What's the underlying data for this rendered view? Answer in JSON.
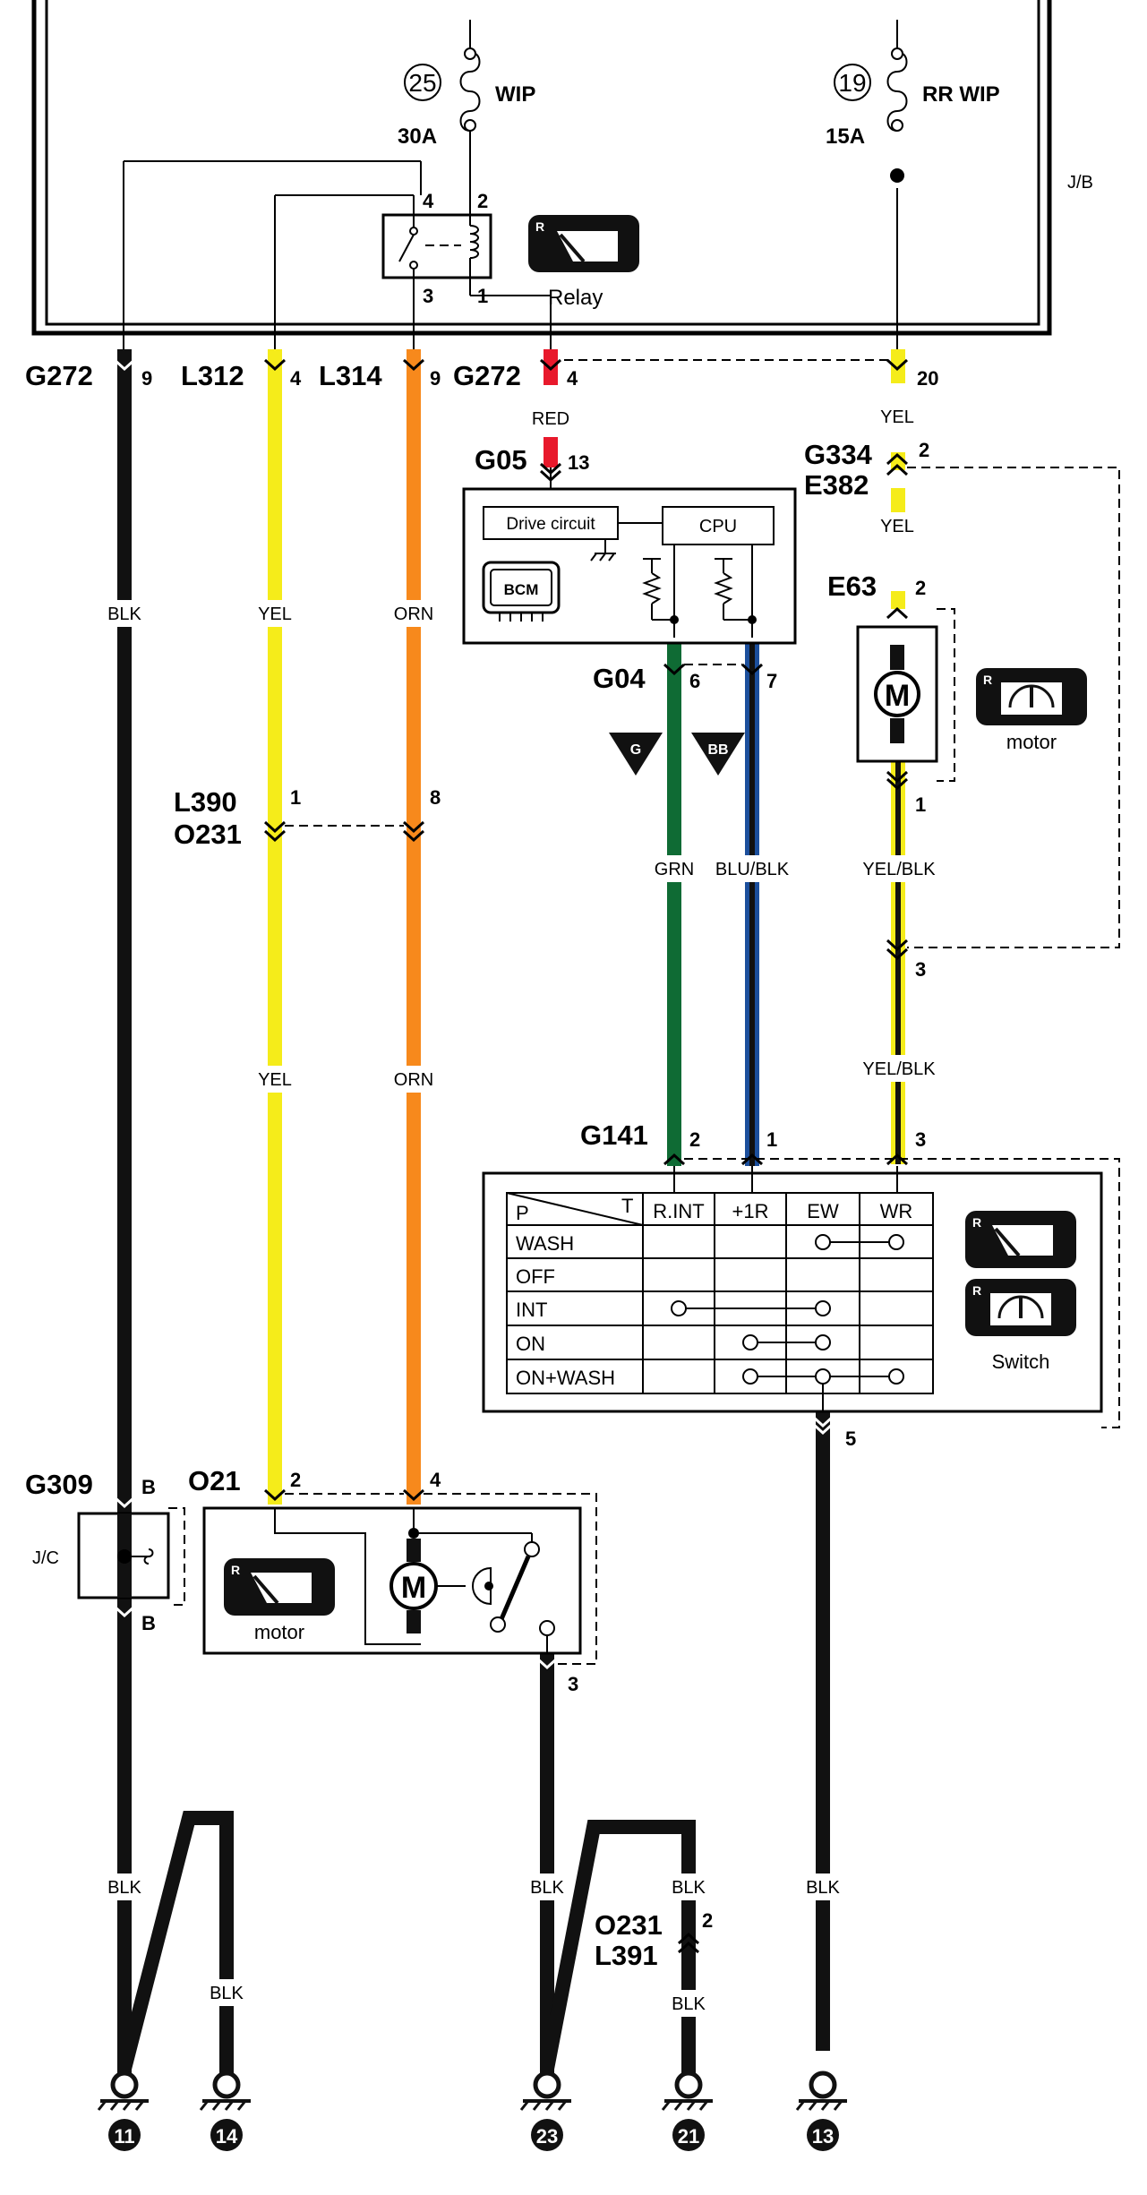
{
  "fuses": [
    {
      "number": "25",
      "name": "WIP",
      "rating": "30A"
    },
    {
      "number": "19",
      "name": "RR WIP",
      "rating": "15A"
    }
  ],
  "junction_block": "J/B",
  "relay": {
    "label": "Relay",
    "pins": [
      "4",
      "2",
      "3",
      "1"
    ],
    "badge": "R"
  },
  "top_connectors": [
    {
      "name": "G272",
      "pin": "9"
    },
    {
      "name": "L312",
      "pin": "4"
    },
    {
      "name": "L314",
      "pin": "9"
    },
    {
      "name": "G272",
      "pin": "4"
    },
    {
      "pin": "20"
    }
  ],
  "wire_colors": {
    "blk": "BLK",
    "yel": "YEL",
    "orn": "ORN",
    "red": "RED",
    "grn": "GRN",
    "blu_blk": "BLU/BLK",
    "yel_blk": "YEL/BLK"
  },
  "colors": {
    "black": "#111111",
    "yellow": "#f5ec1a",
    "orange": "#f7891c",
    "red": "#e8192c",
    "green": "#0f6b34",
    "blue": "#1c4f9c"
  },
  "bcm": {
    "connector": "G05",
    "pin": "13",
    "drive": "Drive circuit",
    "cpu": "CPU",
    "label": "BCM",
    "out_connector": "G04",
    "out_pins": [
      "6",
      "7"
    ],
    "markers": [
      "G",
      "BB"
    ]
  },
  "rear_motor": {
    "conn_top": "G334",
    "conn_top2": "E382",
    "pin_top": "2",
    "conn_motor": "E63",
    "pin_motor": "2",
    "pin_bottom": "1",
    "pin_lower": "3",
    "label": "motor",
    "badge": "R",
    "symbol": "M"
  },
  "inline_connector": {
    "top": "L390",
    "bottom": "O231",
    "pins": [
      "1",
      "8"
    ]
  },
  "switch": {
    "connector": "G141",
    "pins": [
      "2",
      "1",
      "3"
    ],
    "out_pin": "5",
    "label": "Switch",
    "badge": "R",
    "header_p": "P",
    "header_t": "T",
    "columns": [
      "R.INT",
      "+1R",
      "EW",
      "WR"
    ],
    "rows": [
      "WASH",
      "OFF",
      "INT",
      "ON",
      "ON+WASH"
    ]
  },
  "jc": {
    "connector": "G309",
    "pin_top": "B",
    "pin_bottom": "B",
    "label": "J/C"
  },
  "front_motor": {
    "connector": "O21",
    "pins": [
      "2",
      "4"
    ],
    "out_pin": "3",
    "label": "motor",
    "badge": "R",
    "symbol": "M"
  },
  "ground_connector": {
    "top": "O231",
    "bottom": "L391",
    "pin": "2"
  },
  "grounds": [
    "11",
    "14",
    "23",
    "21",
    "13"
  ]
}
